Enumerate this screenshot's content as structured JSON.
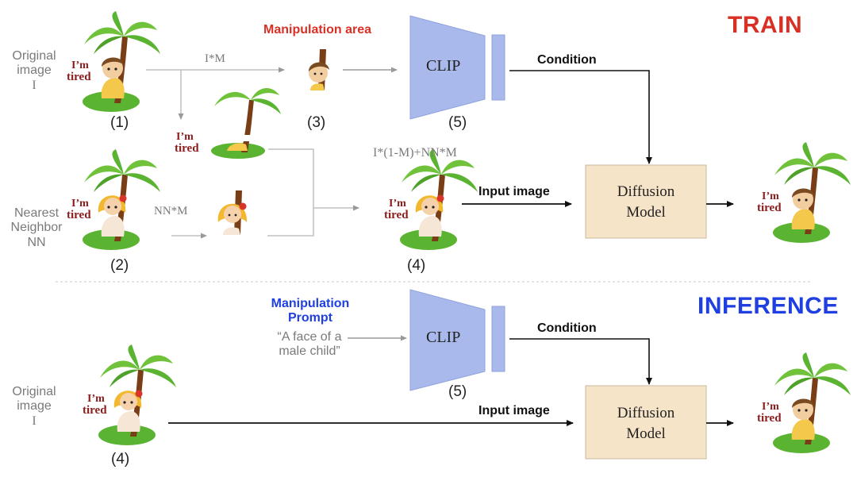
{
  "train": {
    "title": "TRAIN",
    "original_image_label": [
      "Original",
      "image",
      "I"
    ],
    "nearest_neighbor_label": [
      "Nearest",
      "Neighbor",
      "NN"
    ],
    "manipulation_area_label": "Manipulation area",
    "i_times_m": "I*M",
    "nn_times_m": "NN*M",
    "blend_formula": "I*(1-M)+NN*M",
    "clip_label": "CLIP",
    "condition_label": "Condition",
    "input_image_label": "Input image",
    "diffusion_label": [
      "Diffusion",
      "Model"
    ],
    "step_numbers": {
      "s1": "(1)",
      "s2": "(2)",
      "s3": "(3)",
      "s4": "(4)",
      "s5": "(5)"
    }
  },
  "inference": {
    "title": "INFERENCE",
    "manipulation_prompt_label": [
      "Manipulation",
      "Prompt"
    ],
    "prompt_text": [
      "“A face of a",
      "male child”"
    ],
    "clip_label": "CLIP",
    "condition_label": "Condition",
    "input_image_label": "Input image",
    "diffusion_label": [
      "Diffusion",
      "Model"
    ],
    "original_image_label": [
      "Original",
      "image",
      "I"
    ],
    "step_numbers": {
      "s4": "(4)",
      "s5": "(5)"
    }
  },
  "artwork_caption": [
    "I’m",
    "tired"
  ],
  "colors": {
    "train_title": "#d93025",
    "inference_title": "#1f3fe0",
    "manipulation_area": "#d93025",
    "manipulation_prompt": "#1f3fe0",
    "clip_block": "#a9b9ec",
    "diffusion_box": "#f6e4c9",
    "caption_text": "#8b1c1c"
  },
  "icons": {
    "illustration": "palm-tree-character-icon",
    "clip": "clip-encoder-trapezoid-icon"
  }
}
